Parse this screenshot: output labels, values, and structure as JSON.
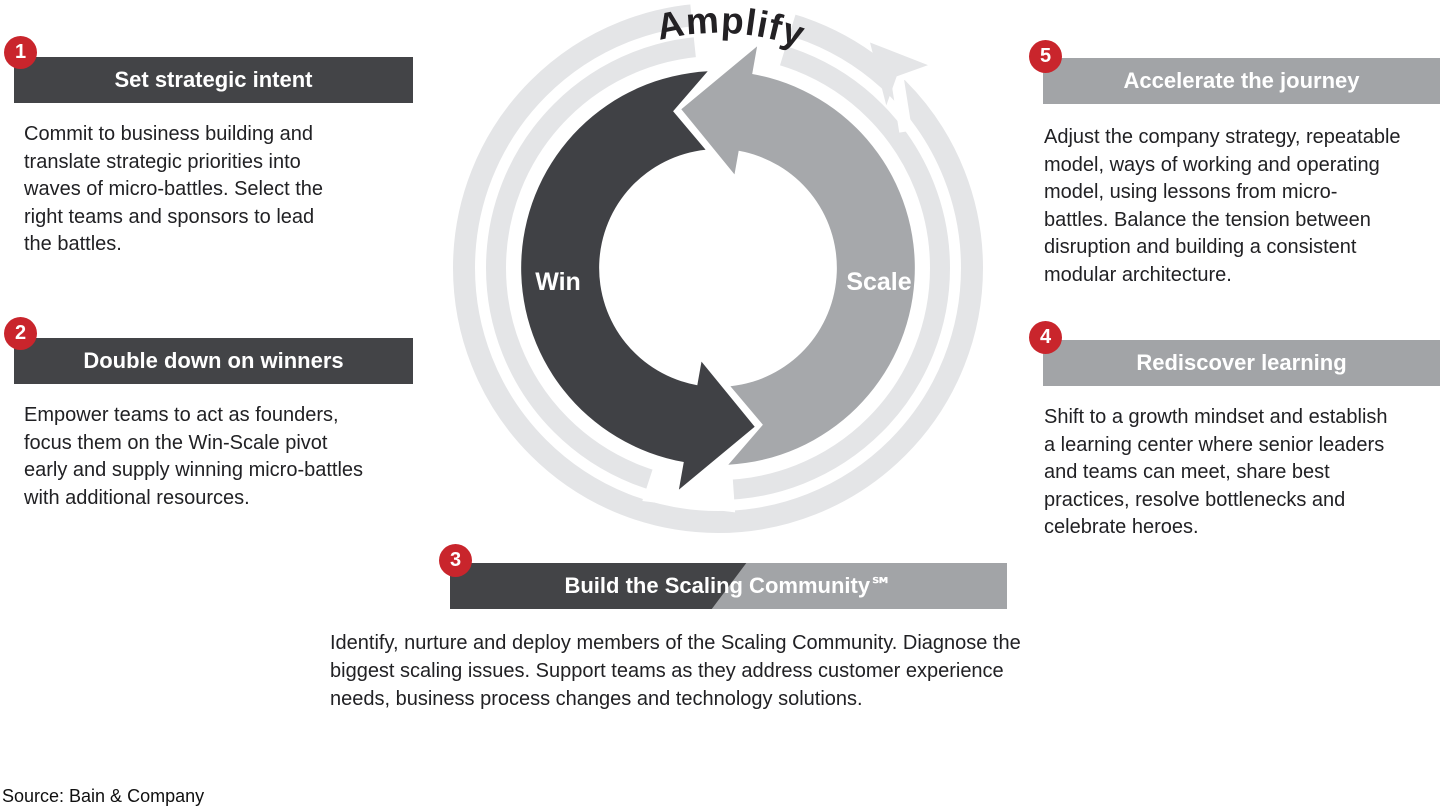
{
  "cycle": {
    "amplify_label": "Amplify",
    "win_label": "Win",
    "scale_label": "Scale"
  },
  "sections": [
    {
      "number": "1",
      "title": "Set strategic intent",
      "body": "Commit to business building and\ntranslate strategic priorities into\nwaves of micro-battles. Select the\nright teams and sponsors to lead\nthe battles."
    },
    {
      "number": "2",
      "title": "Double down on winners",
      "body": "Empower teams to act as founders,\nfocus them on the Win-Scale pivot\nearly and supply winning micro-battles\nwith additional resources."
    },
    {
      "number": "3",
      "title": "Build the Scaling Community℠",
      "body": "Identify, nurture and deploy members of the Scaling Community. Diagnose the\nbiggest scaling issues. Support teams as they address customer experience\nneeds, business process changes and technology solutions."
    },
    {
      "number": "4",
      "title": "Rediscover learning",
      "body": "Shift to a growth mindset and establish\na learning center where senior leaders\nand teams can meet, share best\npractices, resolve bottlenecks and\ncelebrate heroes."
    },
    {
      "number": "5",
      "title": "Accelerate the journey",
      "body": "Adjust the company strategy, repeatable\nmodel, ways of working and operating\nmodel, using lessons from micro-\nbattles. Balance the tension between\ndisruption and building a consistent\nmodular architecture."
    }
  ],
  "source": "Source: Bain & Company",
  "colors": {
    "dark": "#434447",
    "bar_gray": "#a2a4a7",
    "arc_gray": "#a6a8ab",
    "light_ring": "#e4e5e7",
    "red": "#c9252c"
  }
}
